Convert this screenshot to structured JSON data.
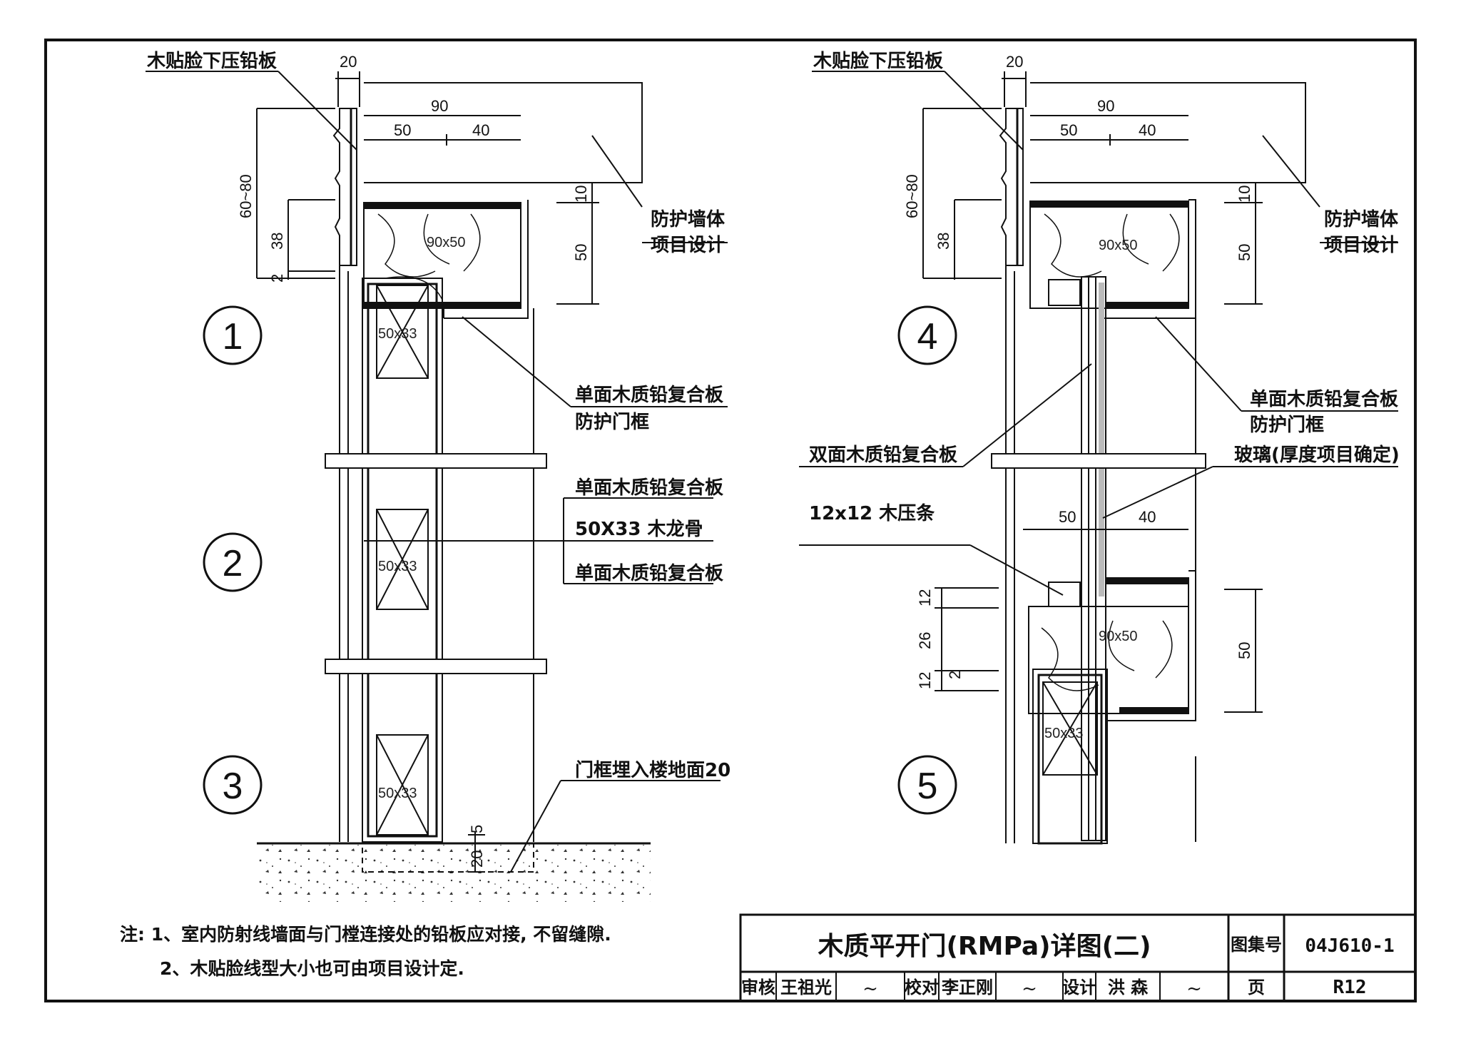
{
  "labels": {
    "wood_trim_pressed_lead": "木贴脸下压铅板",
    "protective_wall": "防护墙体",
    "project_design": "项目设计",
    "single_wood_lead_panel": "单面木质铅复合板",
    "protective_door_frame": "防护门框",
    "keel": "50X33 木龙骨",
    "frame_embedded": "门框埋入楼地面20",
    "double_wood_lead_panel": "双面木质铅复合板",
    "glass": "玻璃(厚度项目确定)",
    "wood_strip": "12x12 木压条"
  },
  "dimensions": {
    "d20": "20",
    "d90": "90",
    "d50": "50",
    "d40": "40",
    "d60_80": "60~80",
    "d38": "38",
    "d2": "2",
    "d10": "10",
    "d5": "5",
    "d12": "12",
    "d26": "26"
  },
  "sections": {
    "frame": "90x50",
    "keel": "50x33"
  },
  "circles": [
    "1",
    "2",
    "3",
    "4",
    "5"
  ],
  "notes": {
    "line1": "注: 1、室内防射线墙面与门樘连接处的铅板应对接, 不留缝隙.",
    "line2": "2、木贴脸线型大小也可由项目设计定."
  },
  "title_block": {
    "title": "木质平开门(RMPa)详图(二)",
    "atlas_label": "图集号",
    "atlas_no": "04J610-1",
    "review_label": "审核",
    "reviewer": "王祖光",
    "check_label": "校对",
    "checker": "李正刚",
    "design_label": "设计",
    "designer": "洪 森",
    "page_label": "页",
    "page_no": "R12"
  }
}
